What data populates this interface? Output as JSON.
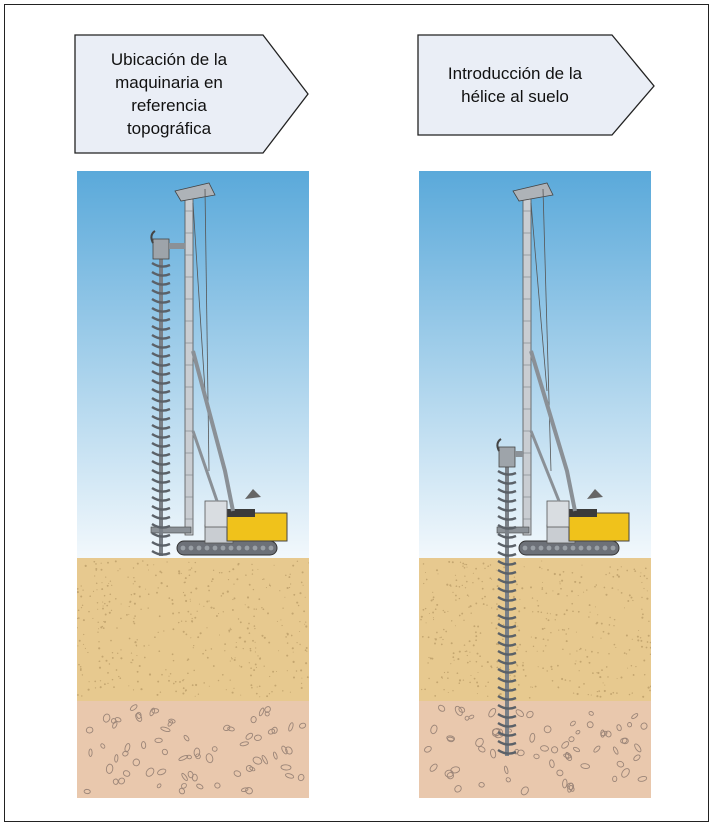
{
  "steps": [
    {
      "callout_text": "Ubicación de la\nmaquinaria en\nreferencia\ntopográfica",
      "auger_depth": 0
    },
    {
      "callout_text": "Introducción de la\nhélice al suelo",
      "auger_depth": 1
    }
  ],
  "colors": {
    "callout_fill": "#eaeef6",
    "sky_top": "#5aa9da",
    "sky_bottom": "#f2f8fc",
    "sand": "#e7c98f",
    "gravel_layer": "#e9c8ad",
    "machine_body": "#f0c21b",
    "steel": "#c9cdd2"
  }
}
